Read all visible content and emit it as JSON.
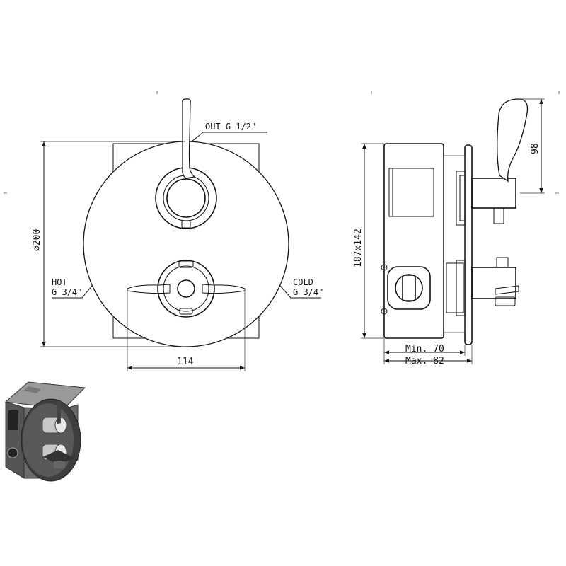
{
  "labels": {
    "out": "OUT G 1/2\"",
    "diameter": "∅200",
    "hot_name": "HOT",
    "hot_size": "G 3/4\"",
    "cold_name": "COLD",
    "cold_size": "G 3/4\"",
    "width": "114",
    "box_size": "187x142",
    "handle_height": "98",
    "depth_min": "Min. 70",
    "depth_max": "Max. 82"
  }
}
